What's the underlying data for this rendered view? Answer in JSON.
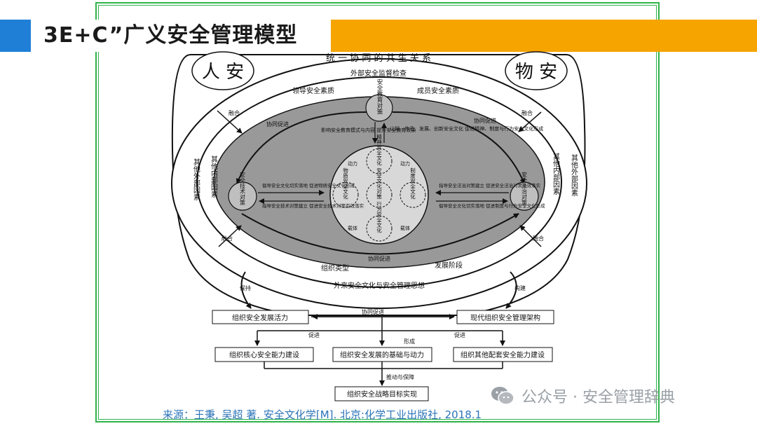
{
  "slide": {
    "title": "3E+C”广义安全管理模型",
    "source": "来源：王秉, 吴超 著. 安全文化学[M]. 北京:化学工业出版社, 2018.1",
    "watermark": "公众号 · 安全管理辞典",
    "colors": {
      "accent_blue": "#1f7fd6",
      "accent_orange": "#f5a400",
      "frame_green": "#2fb34a",
      "source_blue": "#2b73b8"
    }
  },
  "diagram": {
    "top_label": "统 一 协 同 的 共 生 关 系",
    "ren_an": "人 安",
    "wu_an": "物 安",
    "external_supervision": "外部安全监督检查",
    "leader_quality": "领导安全素质",
    "member_quality": "成员安全素质",
    "fusion_tl": "融合",
    "fusion_tr": "融合",
    "fusion_bl": "融合",
    "fusion_br": "融合",
    "promote_tl": "协同促进",
    "promote_tr": "协同促进",
    "promote_bottom": "协同促进",
    "other_outer_left": "其他外部因素",
    "other_inner_left": "其他内部因素",
    "other_inner_right": "其他内部因素",
    "other_outer_right": "其他外部因素",
    "education_measures": "安全教育对策",
    "tech_measures": "安全技术对策",
    "law_measures": "安全法治对策",
    "edu_desc_left": "影响安全教育模式与内容 提升安全教育效果",
    "edu_desc_right": "认知、传承、发展、创新安全文化 促进精神、制度与行为安全文化形成",
    "tech_desc_1": "倡导安全文化切实落地 促进物质安全文化形成",
    "tech_desc_2": "指导安全技术对策建立 促进安全技术对策有效落实",
    "law_desc_1": "指导安全法治对策建立 促进安全法治对策有效落实",
    "law_desc_2": "倡导安全文化切实落地 促进制度与行为安全文化形成",
    "culture_spirit": "精神安全文化",
    "culture_material": "物质安全文化",
    "culture_system": "制度安全文化",
    "culture_behavior": "行为安全文化",
    "culture_center": "安全文化对策",
    "flow_tl": "动力",
    "flow_tr": "动力",
    "flow_bl": "载体",
    "flow_br": "载体",
    "org_type": "组织类型",
    "dev_stage": "发展阶段",
    "foreign_thought": "外来安全文化与安全管理思想",
    "sustain": "保持",
    "build": "构建",
    "vitality": "组织安全发展活力",
    "framework": "现代组织安全管理架构",
    "promote_mid": "协同促进",
    "promote_l2": "促进",
    "form": "形成",
    "promote_r2": "促进",
    "core_capacity": "组织核心安全能力建设",
    "foundation": "组织安全发展的基础与动力",
    "supporting": "组织其他配套安全能力建设",
    "drive": "推动与保障",
    "strategy": "组织安全战略目标实现"
  }
}
